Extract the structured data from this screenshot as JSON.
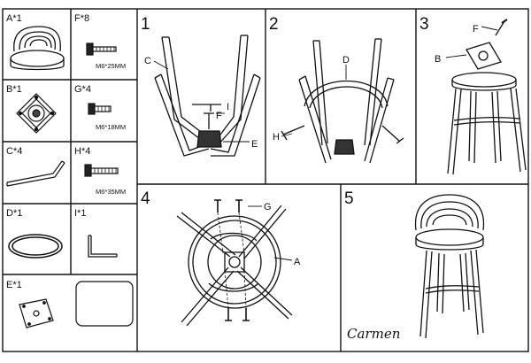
{
  "parts": [
    {
      "code": "A*1",
      "size": ""
    },
    {
      "code": "F*8",
      "size": "M6*25MM"
    },
    {
      "code": "B*1",
      "size": ""
    },
    {
      "code": "G*4",
      "size": "M6*18MM"
    },
    {
      "code": "C*4",
      "size": ""
    },
    {
      "code": "H*4",
      "size": "M6*35MM"
    },
    {
      "code": "D*1",
      "size": ""
    },
    {
      "code": "I*1",
      "size": ""
    },
    {
      "code": "E*1",
      "size": ""
    }
  ],
  "steps": [
    {
      "number": "1",
      "callouts": [
        "C",
        "I",
        "F",
        "E"
      ]
    },
    {
      "number": "2",
      "callouts": [
        "D",
        "H"
      ]
    },
    {
      "number": "3",
      "callouts": [
        "F",
        "B"
      ]
    },
    {
      "number": "4",
      "callouts": [
        "G",
        "A"
      ]
    },
    {
      "number": "5",
      "callouts": []
    }
  ],
  "brand": "Carmen"
}
